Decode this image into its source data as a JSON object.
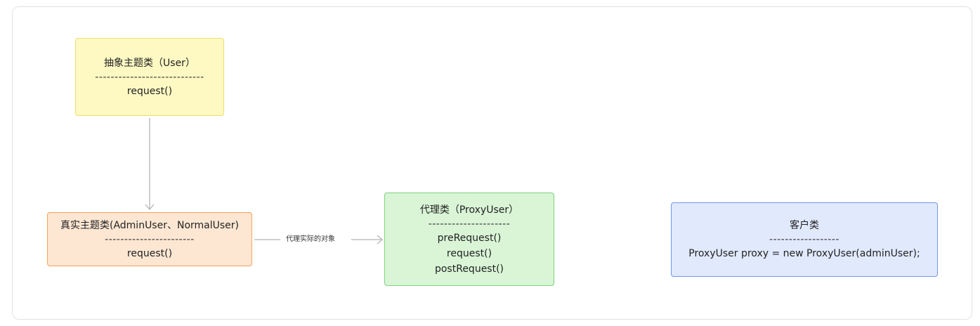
{
  "nodes": {
    "abstract_subject": {
      "title": "抽象主题类（User）",
      "separator": "----------------------------",
      "methods": [
        "request()"
      ]
    },
    "real_subject": {
      "title": "真实主题类(AdminUser、NormalUser)",
      "separator": "-----------------------",
      "methods": [
        "request()"
      ]
    },
    "proxy": {
      "title": "代理类（ProxyUser）",
      "separator": "---------------------",
      "methods": [
        "preRequest()",
        "request()",
        "postRequest()"
      ]
    },
    "client": {
      "title": "客户类",
      "separator": "------------------",
      "code": "ProxyUser proxy = new ProxyUser(adminUser);"
    }
  },
  "edges": {
    "real_to_proxy_label": "代理实际的对象"
  },
  "colors": {
    "abstract_fill": "#fef9c3",
    "abstract_border": "#ece06a",
    "real_fill": "#fde7d3",
    "real_border": "#f4a35a",
    "proxy_fill": "#d9f5d6",
    "proxy_border": "#7ed27a",
    "client_fill": "#e1e9fd",
    "client_border": "#6f97e6",
    "edge": "#b5b5b5"
  }
}
